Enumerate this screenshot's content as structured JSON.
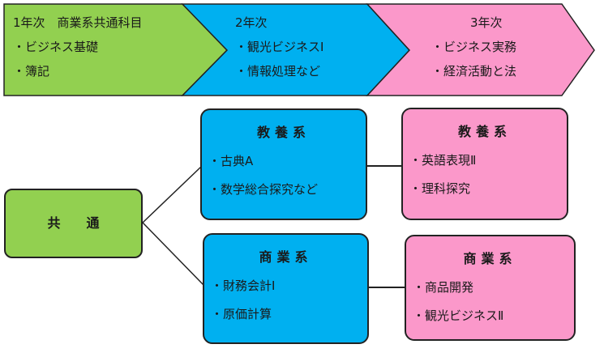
{
  "colors": {
    "green": "#92d050",
    "blue": "#00b0f0",
    "pink": "#fb98ca"
  },
  "timeline": [
    {
      "heading": "1年次　商業系共通科目",
      "items": [
        "・ビジネス基礎",
        "・簿記"
      ]
    },
    {
      "heading": "2年次",
      "items": [
        "・観光ビジネスⅠ",
        "・情報処理など"
      ]
    },
    {
      "heading": "3年次",
      "items": [
        "・ビジネス実務",
        "・経済活動と法"
      ]
    }
  ],
  "common": {
    "label": "共　　通"
  },
  "year2_boxes": [
    {
      "title": "教養系",
      "items": [
        "・古典A",
        "・数学総合探究など"
      ]
    },
    {
      "title": "商業系",
      "items": [
        "・財務会計Ⅰ",
        "・原価計算"
      ]
    }
  ],
  "year3_boxes": [
    {
      "title": "教養系",
      "items": [
        "・英語表現Ⅱ",
        "・理科探究"
      ]
    },
    {
      "title": "商業系",
      "items": [
        "・商品開発",
        "・観光ビジネスⅡ"
      ]
    }
  ]
}
